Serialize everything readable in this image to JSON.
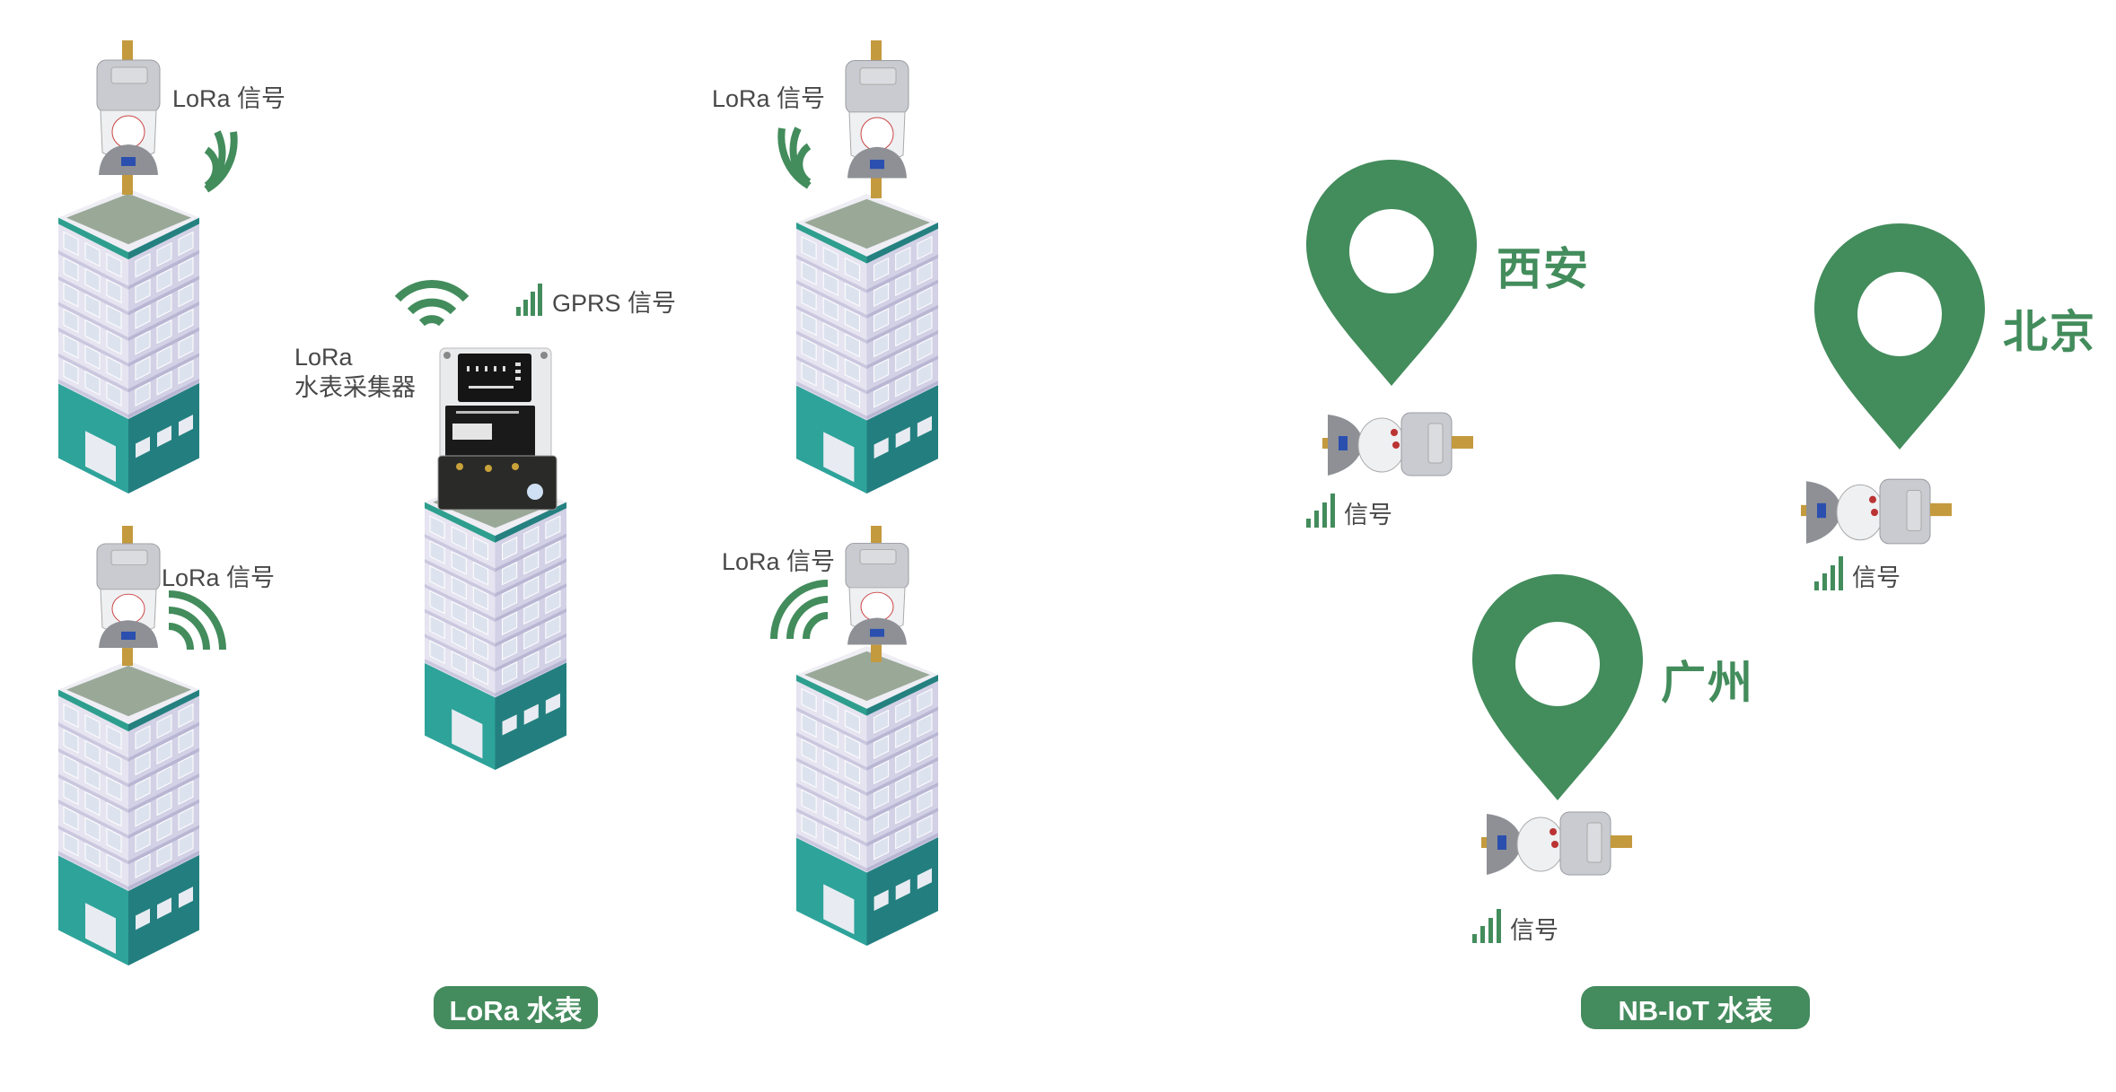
{
  "colors": {
    "accent": "#438c5c",
    "teal": "#2ea39a",
    "text": "#484848"
  },
  "lora_section": {
    "title": "LoRa 水表",
    "meters": [
      {
        "signal_label": "LoRa 信号"
      },
      {
        "signal_label": "LoRa 信号"
      },
      {
        "signal_label": "LoRa 信号"
      },
      {
        "signal_label": "LoRa 信号"
      }
    ],
    "collector": {
      "label_line1": "LoRa",
      "label_line2": "水表采集器",
      "uplink_label": "GPRS 信号"
    }
  },
  "nbiot_section": {
    "title": "NB-IoT 水表",
    "locations": [
      {
        "city": "西安",
        "signal_label": "信号"
      },
      {
        "city": "北京",
        "signal_label": "信号"
      },
      {
        "city": "广州",
        "signal_label": "信号"
      }
    ]
  }
}
